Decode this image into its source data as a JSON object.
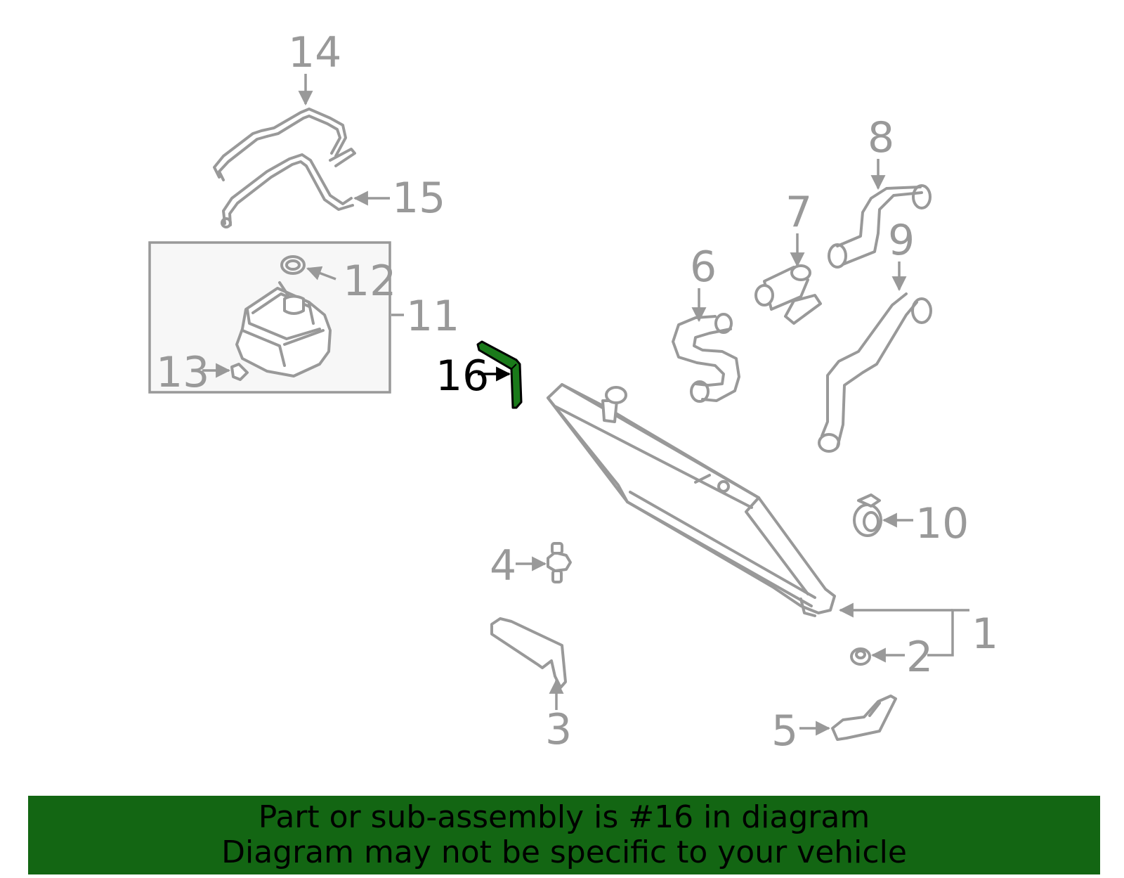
{
  "diagram": {
    "highlighted_part": "16",
    "colors": {
      "line": "#999999",
      "highlight": "#1a7a1a",
      "banner": "#136613",
      "highlight_label": "#000000"
    },
    "labels": {
      "p1": "1",
      "p2": "2",
      "p3": "3",
      "p4": "4",
      "p5": "5",
      "p6": "6",
      "p7": "7",
      "p8": "8",
      "p9": "9",
      "p10": "10",
      "p11": "11",
      "p12": "12",
      "p13": "13",
      "p14": "14",
      "p15": "15",
      "p16": "16"
    }
  },
  "banner": {
    "line1": "Part or sub-assembly is #16 in diagram",
    "line2": "Diagram may not be specific to your vehicle"
  }
}
